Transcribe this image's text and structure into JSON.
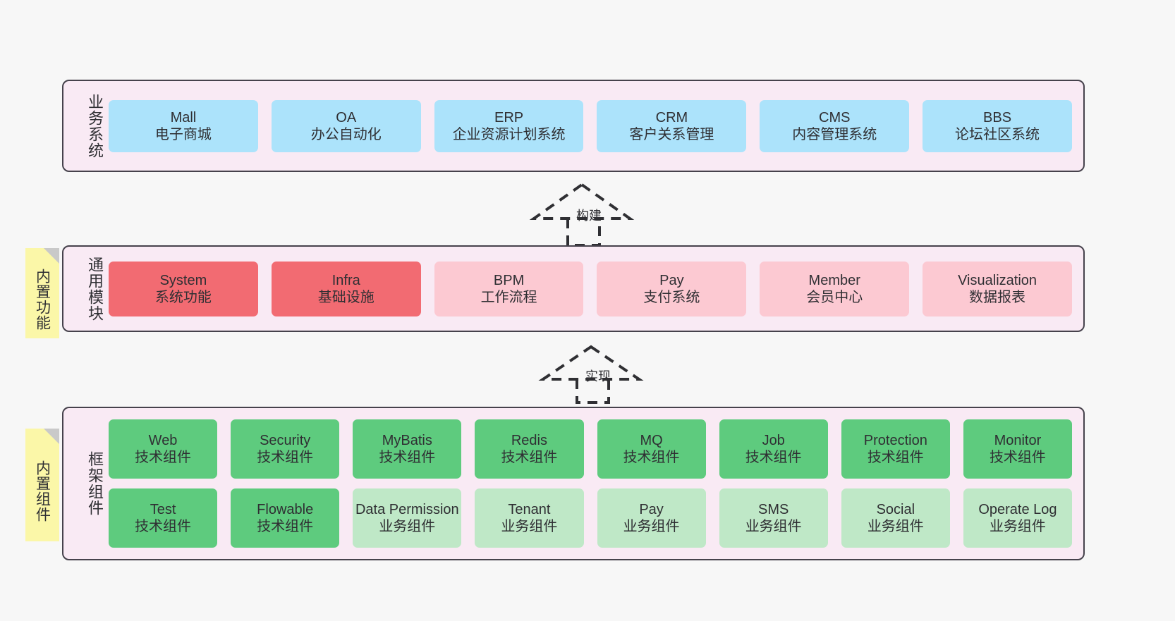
{
  "diagram": {
    "background_color": "#f7f7f7",
    "layer_fill": "#f9eaf4",
    "layer_border": "#46424c"
  },
  "layers": [
    {
      "key": "business",
      "title": "业务系统",
      "rows": [
        {
          "cells": [
            {
              "name": "mall",
              "l1": "Mall",
              "l2": "电子商城",
              "color": "#ace3fb",
              "style": "c-blue"
            },
            {
              "name": "oa",
              "l1": "OA",
              "l2": "办公自动化",
              "color": "#ace3fb",
              "style": "c-blue"
            },
            {
              "name": "erp",
              "l1": "ERP",
              "l2": "企业资源计划系统",
              "color": "#ace3fb",
              "style": "c-blue"
            },
            {
              "name": "crm",
              "l1": "CRM",
              "l2": "客户关系管理",
              "color": "#ace3fb",
              "style": "c-blue"
            },
            {
              "name": "cms",
              "l1": "CMS",
              "l2": "内容管理系统",
              "color": "#ace3fb",
              "style": "c-blue"
            },
            {
              "name": "bbs",
              "l1": "BBS",
              "l2": "论坛社区系统",
              "color": "#ace3fb",
              "style": "c-blue"
            }
          ]
        }
      ]
    },
    {
      "key": "common",
      "title": "通用模块",
      "note": "内置功能",
      "rows": [
        {
          "cells": [
            {
              "name": "system",
              "l1": "System",
              "l2": "系统功能",
              "color": "#f26b72",
              "style": "c-red"
            },
            {
              "name": "infra",
              "l1": "Infra",
              "l2": "基础设施",
              "color": "#f26b72",
              "style": "c-red"
            },
            {
              "name": "bpm",
              "l1": "BPM",
              "l2": "工作流程",
              "color": "#fcc9d2",
              "style": "c-pink"
            },
            {
              "name": "pay",
              "l1": "Pay",
              "l2": "支付系统",
              "color": "#fcc9d2",
              "style": "c-pink"
            },
            {
              "name": "member",
              "l1": "Member",
              "l2": "会员中心",
              "color": "#fcc9d2",
              "style": "c-pink"
            },
            {
              "name": "visualization",
              "l1": "Visualization",
              "l2": "数据报表",
              "color": "#fcc9d2",
              "style": "c-pink"
            }
          ]
        }
      ]
    },
    {
      "key": "framework",
      "title": "框架组件",
      "note": "内置组件",
      "rows": [
        {
          "cells": [
            {
              "name": "web",
              "l1": "Web",
              "l2": "技术组件",
              "color": "#5ecb7e",
              "style": "c-green"
            },
            {
              "name": "security",
              "l1": "Security",
              "l2": "技术组件",
              "color": "#5ecb7e",
              "style": "c-green"
            },
            {
              "name": "mybatis",
              "l1": "MyBatis",
              "l2": "技术组件",
              "color": "#5ecb7e",
              "style": "c-green"
            },
            {
              "name": "redis",
              "l1": "Redis",
              "l2": "技术组件",
              "color": "#5ecb7e",
              "style": "c-green"
            },
            {
              "name": "mq",
              "l1": "MQ",
              "l2": "技术组件",
              "color": "#5ecb7e",
              "style": "c-green"
            },
            {
              "name": "job",
              "l1": "Job",
              "l2": "技术组件",
              "color": "#5ecb7e",
              "style": "c-green"
            },
            {
              "name": "protection",
              "l1": "Protection",
              "l2": "技术组件",
              "color": "#5ecb7e",
              "style": "c-green"
            },
            {
              "name": "monitor",
              "l1": "Monitor",
              "l2": "技术组件",
              "color": "#5ecb7e",
              "style": "c-green"
            }
          ]
        },
        {
          "cells": [
            {
              "name": "test",
              "l1": "Test",
              "l2": "技术组件",
              "color": "#5ecb7e",
              "style": "c-green"
            },
            {
              "name": "flowable",
              "l1": "Flowable",
              "l2": "技术组件",
              "color": "#5ecb7e",
              "style": "c-green"
            },
            {
              "name": "data-permission",
              "l1": "Data Permission",
              "l2": "业务组件",
              "color": "#bfe8c7",
              "style": "c-lgreen",
              "wrap": true
            },
            {
              "name": "tenant",
              "l1": "Tenant",
              "l2": "业务组件",
              "color": "#bfe8c7",
              "style": "c-lgreen"
            },
            {
              "name": "pay-biz",
              "l1": "Pay",
              "l2": "业务组件",
              "color": "#bfe8c7",
              "style": "c-lgreen"
            },
            {
              "name": "sms",
              "l1": "SMS",
              "l2": "业务组件",
              "color": "#bfe8c7",
              "style": "c-lgreen"
            },
            {
              "name": "social",
              "l1": "Social",
              "l2": "业务组件",
              "color": "#bfe8c7",
              "style": "c-lgreen"
            },
            {
              "name": "operate-log",
              "l1": "Operate Log",
              "l2": "业务组件",
              "color": "#bfe8c7",
              "style": "c-lgreen"
            }
          ]
        }
      ]
    }
  ],
  "connectors": [
    {
      "name": "build-connector",
      "label": "构建"
    },
    {
      "name": "implement-connector",
      "label": "实现"
    }
  ]
}
